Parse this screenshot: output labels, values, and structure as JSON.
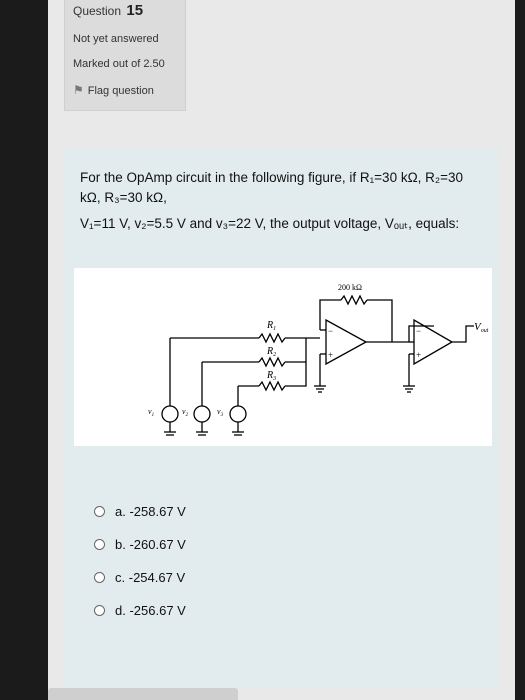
{
  "info": {
    "question_label": "Question",
    "question_number": "15",
    "status": "Not yet answered",
    "marks": "Marked out of 2.50",
    "flag_label": "Flag question"
  },
  "question": {
    "line1": "For the OpAmp circuit in the following figure, if R₁=30 kΩ, R₂=30 kΩ, R₃=30 kΩ,",
    "line2": "V₁=11 V, v₂=5.5 V and v₃=22 V, the output voltage, Vₒᵤₜ, equals:"
  },
  "figure": {
    "feedback_resistor": "200 kΩ",
    "r1": "R",
    "r1_sub": "1",
    "r2": "R",
    "r2_sub": "2",
    "r3": "R",
    "r3_sub": "3",
    "vout": "V",
    "vout_sub": "out",
    "src1": "v",
    "src1_sub": "1",
    "src2": "v",
    "src2_sub": "2",
    "src3": "v",
    "src3_sub": "3",
    "minus": "−",
    "plus": "+"
  },
  "options": [
    {
      "letter": "a.",
      "text": "-258.67 V"
    },
    {
      "letter": "b.",
      "text": "-260.67 V"
    },
    {
      "letter": "c.",
      "text": "-254.67 V"
    },
    {
      "letter": "d.",
      "text": "-256.67 V"
    }
  ]
}
